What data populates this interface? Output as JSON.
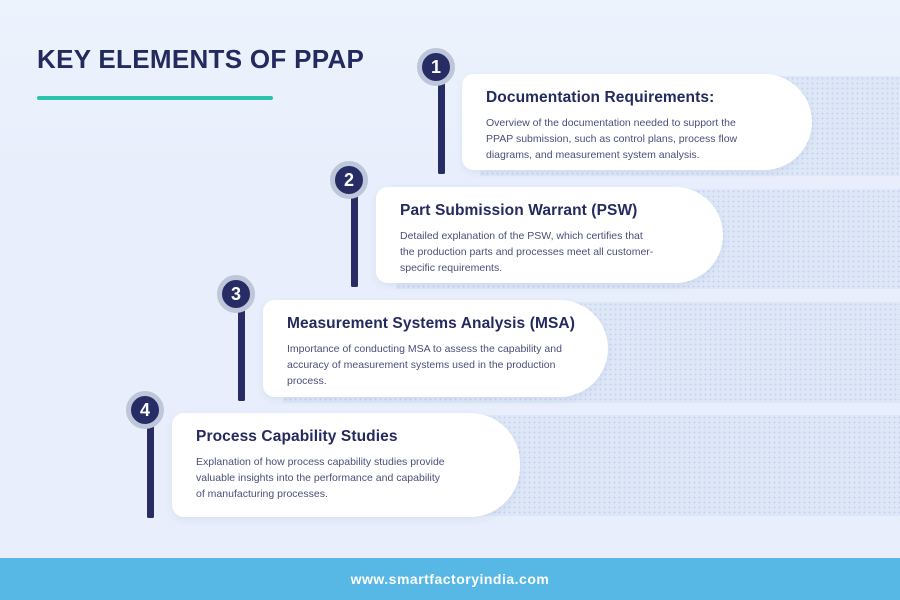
{
  "header": {
    "title": "KEY ELEMENTS OF PPAP"
  },
  "steps": [
    {
      "number": "1",
      "title": "Documentation Requirements:",
      "description": "Overview of the documentation needed to support the PPAP submission, such as control plans, process flow diagrams, and measurement system analysis."
    },
    {
      "number": "2",
      "title": "Part Submission Warrant (PSW)",
      "description": "Detailed explanation of the PSW, which certifies that the production parts and processes meet all customer-specific requirements."
    },
    {
      "number": "3",
      "title": "Measurement Systems Analysis (MSA)",
      "description": "Importance of conducting MSA to assess the capability and accuracy of measurement systems used in the production process."
    },
    {
      "number": "4",
      "title": "Process Capability Studies",
      "description": "Explanation of how process capability studies provide valuable insights into the performance and capability of manufacturing processes."
    }
  ],
  "footer": {
    "url": "www.smartfactoryindia.com"
  },
  "colors": {
    "navy": "#272d64",
    "title-navy": "#232a5e",
    "teal": "#2bc3ab",
    "bg": "#e8eefb",
    "band": "#dde7f7",
    "band-dot": "#c6d3ec",
    "ring": "#bec7d9",
    "body-text": "#4a5078",
    "footer-bg": "#57b8e6",
    "footer-text": "#ffffff"
  }
}
